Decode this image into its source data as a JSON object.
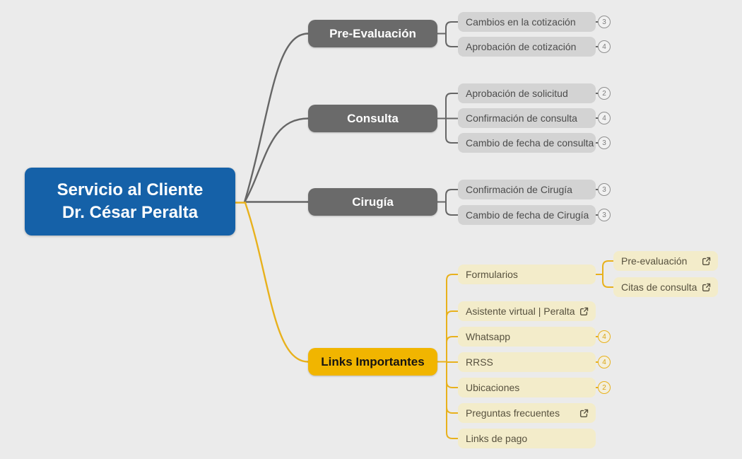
{
  "root": {
    "title_line1": "Servicio al Cliente",
    "title_line2": "Dr. César Peralta"
  },
  "branches": [
    {
      "label": "Pre-Evaluación",
      "children": [
        {
          "label": "Cambios en la cotización",
          "badge": "3"
        },
        {
          "label": "Aprobación de cotización",
          "badge": "4"
        }
      ]
    },
    {
      "label": "Consulta",
      "children": [
        {
          "label": "Aprobación de solicitud",
          "badge": "2"
        },
        {
          "label": "Confirmación de consulta",
          "badge": "4"
        },
        {
          "label": "Cambio de fecha de consulta",
          "badge": "3"
        }
      ]
    },
    {
      "label": "Cirugía",
      "children": [
        {
          "label": "Confirmación de Cirugía",
          "badge": "3"
        },
        {
          "label": "Cambio de fecha de Cirugía",
          "badge": "3"
        }
      ]
    },
    {
      "label": "Links Importantes",
      "children": [
        {
          "label": "Formularios",
          "children": [
            {
              "label": "Pre-evaluación",
              "icon": "external-link"
            },
            {
              "label": "Citas de consulta",
              "icon": "external-link"
            }
          ]
        },
        {
          "label": "Asistente virtual | Peralta",
          "icon": "external-link"
        },
        {
          "label": "Whatsapp",
          "badge": "4"
        },
        {
          "label": "RRSS",
          "badge": "4"
        },
        {
          "label": "Ubicaciones",
          "badge": "2"
        },
        {
          "label": "Preguntas frecuentes",
          "icon": "external-link"
        },
        {
          "label": "Links de pago"
        }
      ]
    }
  ],
  "colors": {
    "background": "#ebebeb",
    "root_node": "#1561a8",
    "branch_gray": "#6a6a6a",
    "child_gray": "#d3d3d3",
    "branch_yellow": "#f1b500",
    "child_yellow": "#f3ecca",
    "line_gray": "#666666",
    "line_yellow": "#e8b11c"
  }
}
